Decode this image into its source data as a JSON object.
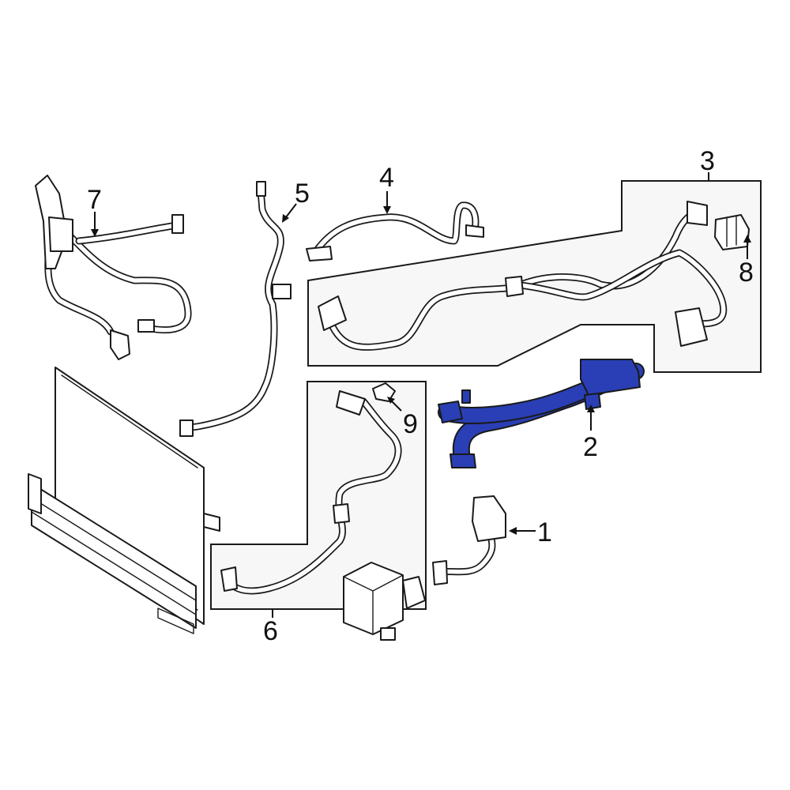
{
  "callouts": [
    {
      "id": "1",
      "label": "1"
    },
    {
      "id": "2",
      "label": "2"
    },
    {
      "id": "3",
      "label": "3"
    },
    {
      "id": "4",
      "label": "4"
    },
    {
      "id": "5",
      "label": "5"
    },
    {
      "id": "6",
      "label": "6"
    },
    {
      "id": "7",
      "label": "7"
    },
    {
      "id": "8",
      "label": "8"
    },
    {
      "id": "9",
      "label": "9"
    }
  ],
  "colors": {
    "highlight": "#2a3fb5",
    "line": "#1a1a1a",
    "background": "#ffffff",
    "group_box": "#f7f7f7"
  },
  "highlighted_part": "2"
}
